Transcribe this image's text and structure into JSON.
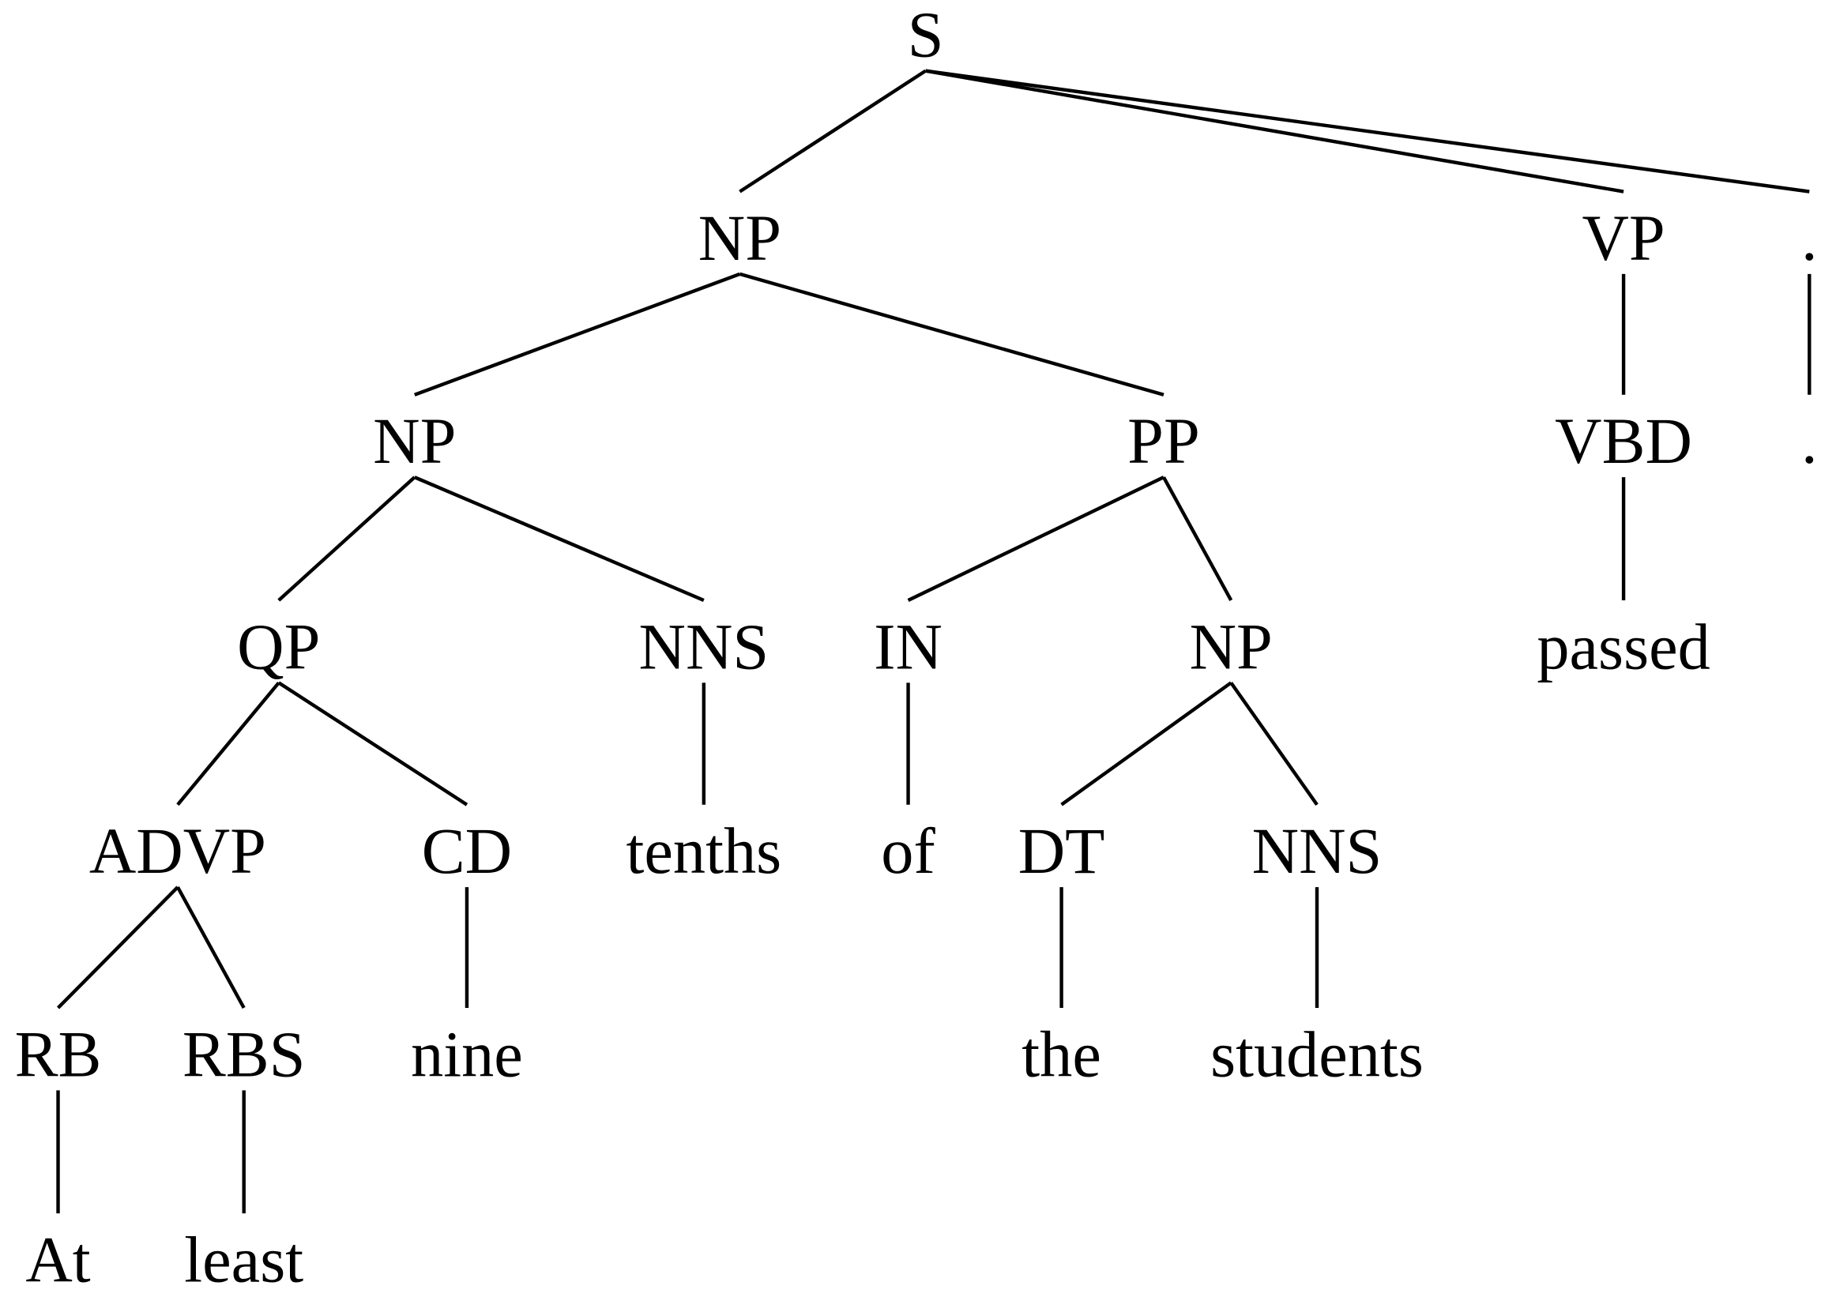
{
  "diagram": {
    "type": "parse-tree",
    "nodes": [
      {
        "id": "s",
        "label": "S",
        "parent": null
      },
      {
        "id": "np1",
        "label": "NP",
        "parent": "s"
      },
      {
        "id": "vp",
        "label": "VP",
        "parent": "s"
      },
      {
        "id": "punct",
        "label": ".",
        "parent": "s"
      },
      {
        "id": "np2",
        "label": "NP",
        "parent": "np1"
      },
      {
        "id": "pp",
        "label": "PP",
        "parent": "np1"
      },
      {
        "id": "vbd",
        "label": "VBD",
        "parent": "vp"
      },
      {
        "id": "dotw",
        "label": ".",
        "parent": "punct"
      },
      {
        "id": "qp",
        "label": "QP",
        "parent": "np2"
      },
      {
        "id": "nns1",
        "label": "NNS",
        "parent": "np2"
      },
      {
        "id": "in",
        "label": "IN",
        "parent": "pp"
      },
      {
        "id": "np3",
        "label": "NP",
        "parent": "pp"
      },
      {
        "id": "passed",
        "label": "passed",
        "parent": "vbd"
      },
      {
        "id": "advp",
        "label": "ADVP",
        "parent": "qp"
      },
      {
        "id": "cd",
        "label": "CD",
        "parent": "qp"
      },
      {
        "id": "tenths",
        "label": "tenths",
        "parent": "nns1"
      },
      {
        "id": "of",
        "label": "of",
        "parent": "in"
      },
      {
        "id": "dt",
        "label": "DT",
        "parent": "np3"
      },
      {
        "id": "nns2",
        "label": "NNS",
        "parent": "np3"
      },
      {
        "id": "rb",
        "label": "RB",
        "parent": "advp"
      },
      {
        "id": "rbs",
        "label": "RBS",
        "parent": "advp"
      },
      {
        "id": "nine",
        "label": "nine",
        "parent": "cd"
      },
      {
        "id": "the",
        "label": "the",
        "parent": "dt"
      },
      {
        "id": "students",
        "label": "students",
        "parent": "nns2"
      },
      {
        "id": "at",
        "label": "At",
        "parent": "rb"
      },
      {
        "id": "least",
        "label": "least",
        "parent": "rbs"
      }
    ]
  }
}
